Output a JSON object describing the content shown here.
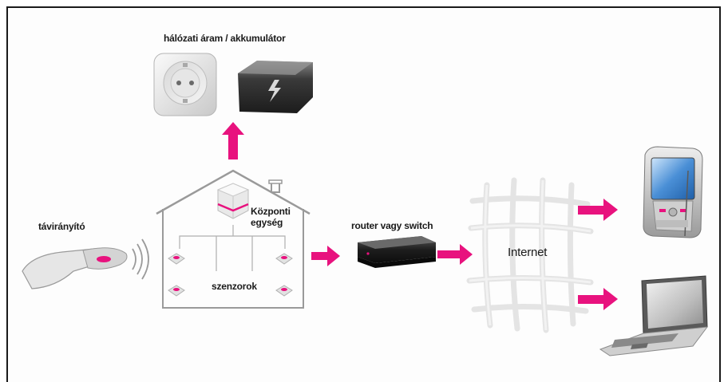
{
  "labels": {
    "power": "hálózati áram / akkumulátor",
    "remote": "távirányító",
    "central_line1": "Központi",
    "central_line2": "egység",
    "sensors": "szenzorok",
    "router": "router vagy switch",
    "internet": "Internet"
  },
  "colors": {
    "arrow": "#e8127e",
    "frame": "#1a1a1a",
    "background": "#fdfdfd"
  },
  "icons": [
    "power-socket-icon",
    "battery-icon",
    "remote-control-icon",
    "central-unit-icon",
    "sensor-icon",
    "router-icon",
    "internet-mesh-icon",
    "smartphone-icon",
    "laptop-icon"
  ]
}
